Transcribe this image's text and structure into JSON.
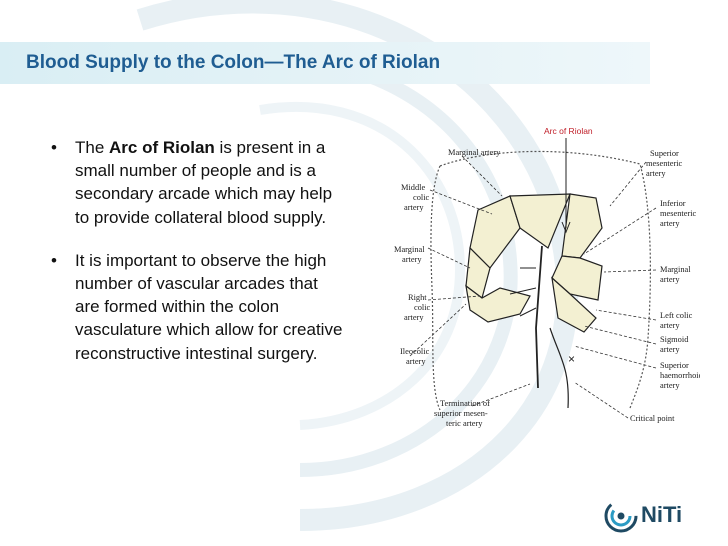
{
  "slide": {
    "title": "Blood Supply to the Colon—The Arc of Riolan",
    "bullets": [
      {
        "marker": "•",
        "before": "The ",
        "bold": "Arc of Riolan",
        "after": " is present in a small number of people and is a secondary arcade which may help to provide collateral blood supply."
      },
      {
        "marker": "•",
        "text": "It is important to observe the high number of vascular arcades that are formed within the colon vasculature which allow for creative reconstructive intestinal surgery."
      }
    ]
  },
  "diagram": {
    "callout": "Arc of Riolan",
    "labels": {
      "marginal_artery_top": "Marginal artery",
      "middle_colic_1": "Middle",
      "middle_colic_2": "colic",
      "middle_colic_3": "artery",
      "marginal_left_1": "Marginal",
      "marginal_left_2": "artery",
      "right_colic_1": "Right",
      "right_colic_2": "colic",
      "right_colic_3": "artery",
      "ileocolic_1": "Ileocolic",
      "ileocolic_2": "artery",
      "termination_1": "Termination of",
      "termination_2": "superior mesen-",
      "termination_3": "teric artery",
      "superior_mesenteric_1": "Superior",
      "superior_mesenteric_2": "mesenteric",
      "superior_mesenteric_3": "artery",
      "inferior_mesenteric_1": "Inferior",
      "inferior_mesenteric_2": "mesenteric",
      "inferior_mesenteric_3": "artery",
      "marginal_right_1": "Marginal",
      "marginal_right_2": "artery",
      "left_colic_1": "Left colic",
      "left_colic_2": "artery",
      "sigmoid_1": "Sigmoid",
      "sigmoid_2": "artery",
      "superior_hemorrhoidal_1": "Superior",
      "superior_hemorrhoidal_2": "haemorrhoidal",
      "superior_hemorrhoidal_3": "artery",
      "critical_point": "Critical point"
    }
  },
  "logo": {
    "text": "NiTi"
  },
  "colors": {
    "title": "#1f5d92",
    "title_bar": "#dbeff5",
    "callout": "#c0202a",
    "colon_fill": "#f3f0d2",
    "swirl": "#e9f1f5"
  }
}
